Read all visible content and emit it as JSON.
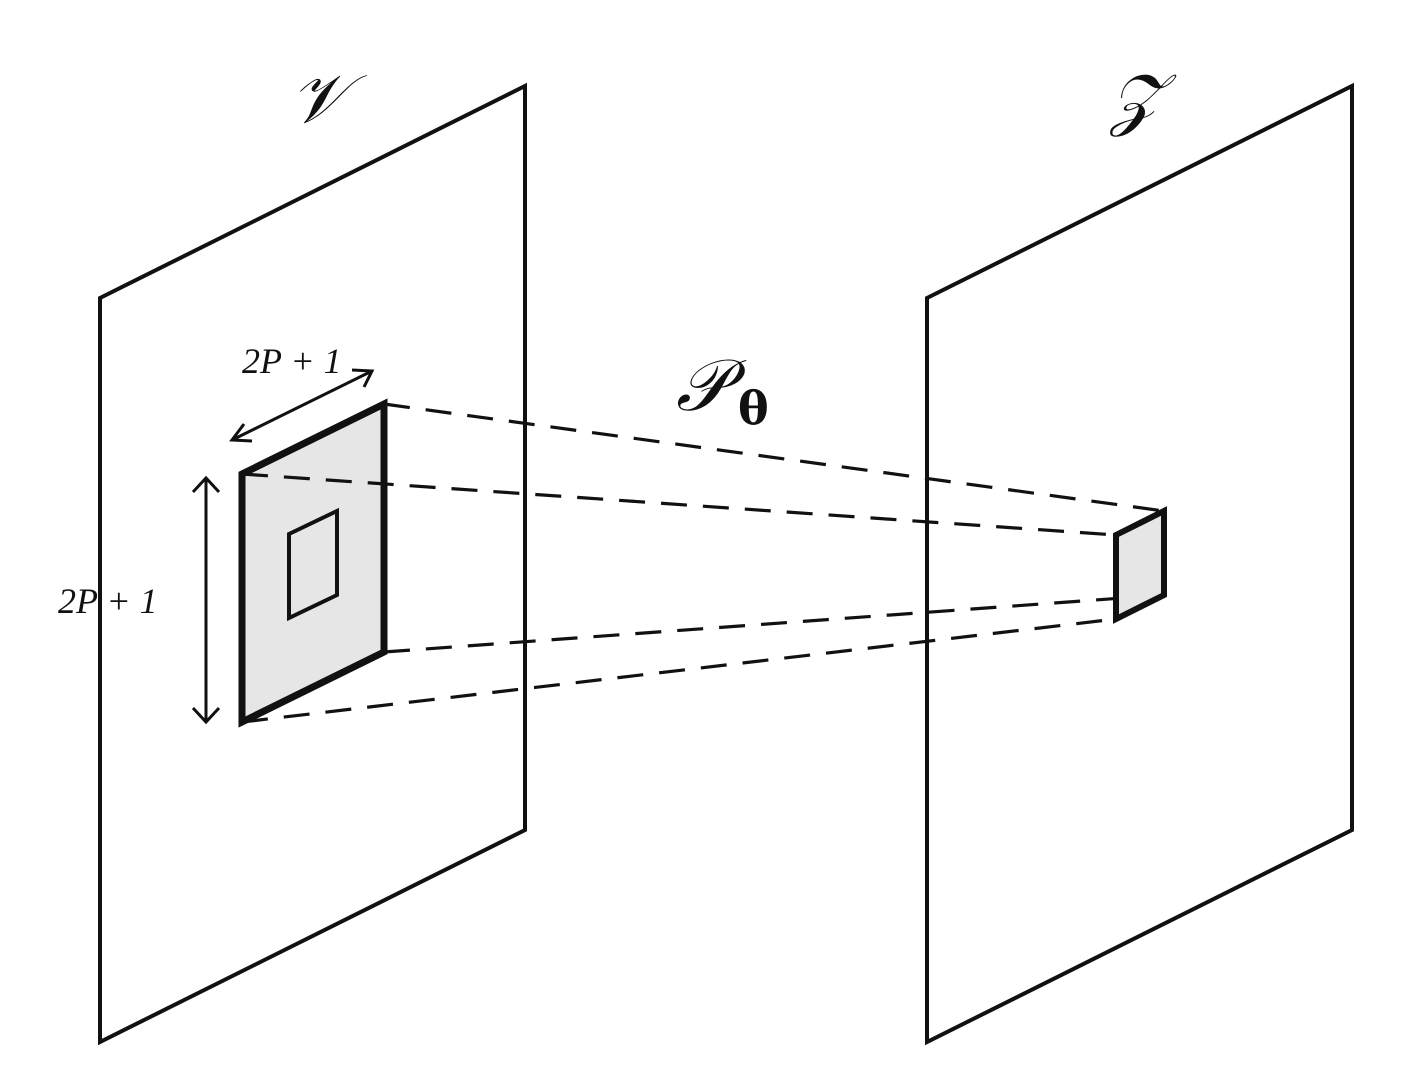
{
  "diagram": {
    "left_plane_label": "𝒱",
    "right_plane_label": "𝒵",
    "mapping_label": "𝒫",
    "mapping_subscript": "θ",
    "patch_width_label": "2P + 1",
    "patch_height_label": "2P + 1"
  }
}
